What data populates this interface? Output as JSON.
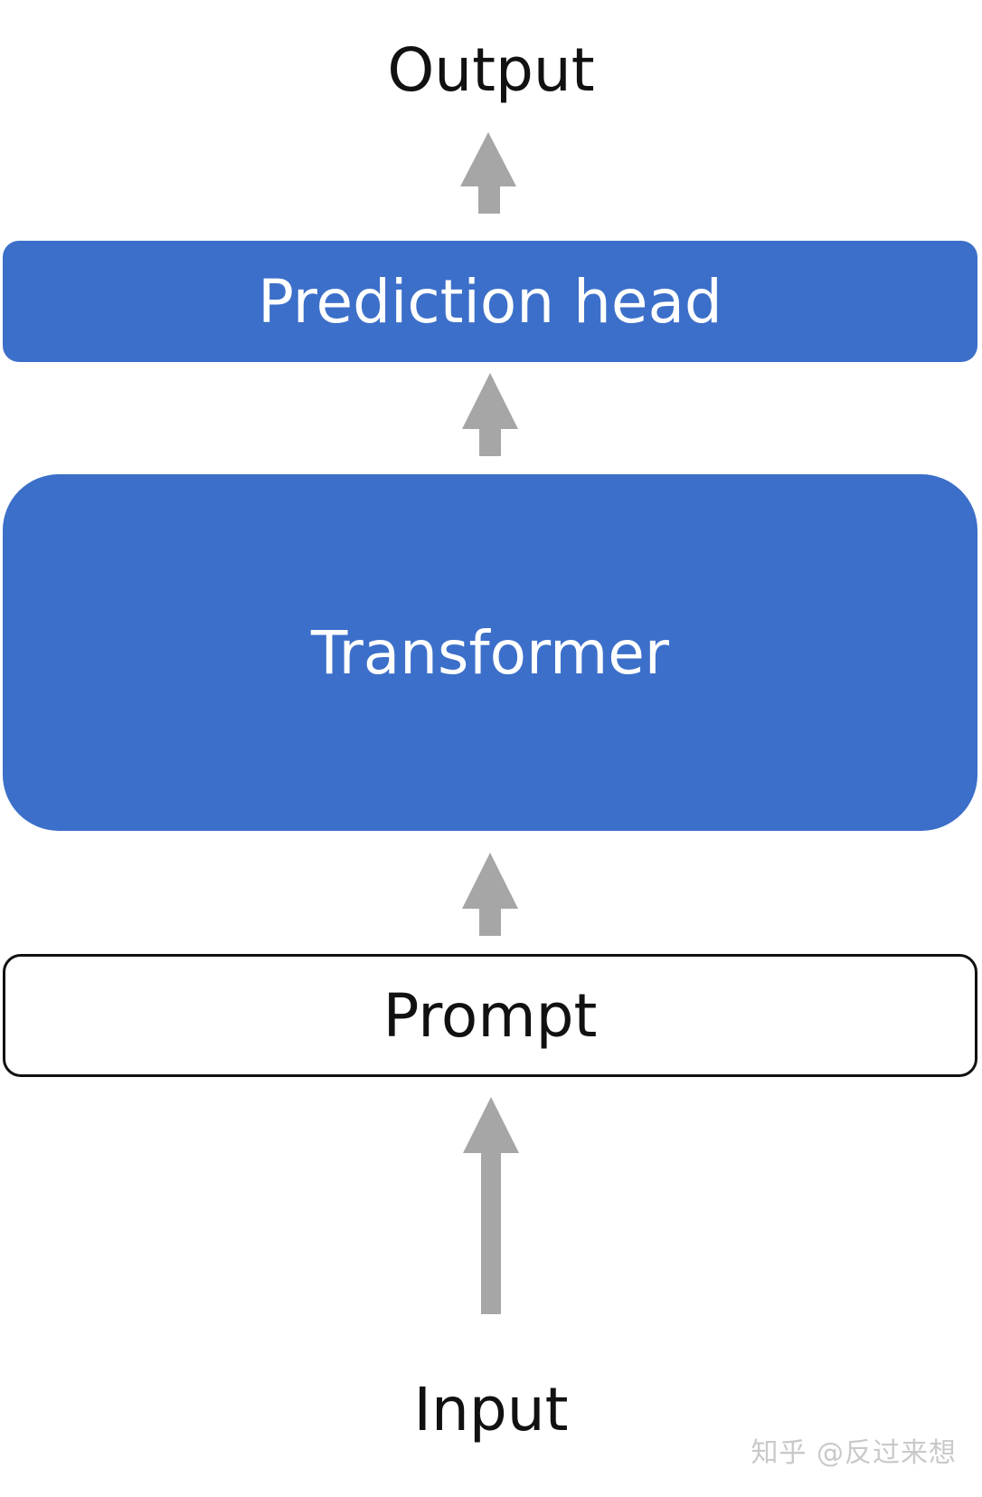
{
  "diagram": {
    "output_label": "Output",
    "prediction_head_label": "Prediction head",
    "transformer_label": "Transformer",
    "prompt_label": "Prompt",
    "input_label": "Input"
  },
  "colors": {
    "block_fill": "#3c6fc9",
    "arrow": "#a6a6a6",
    "prompt_border": "#111111"
  },
  "watermark": "知乎 @反过来想"
}
